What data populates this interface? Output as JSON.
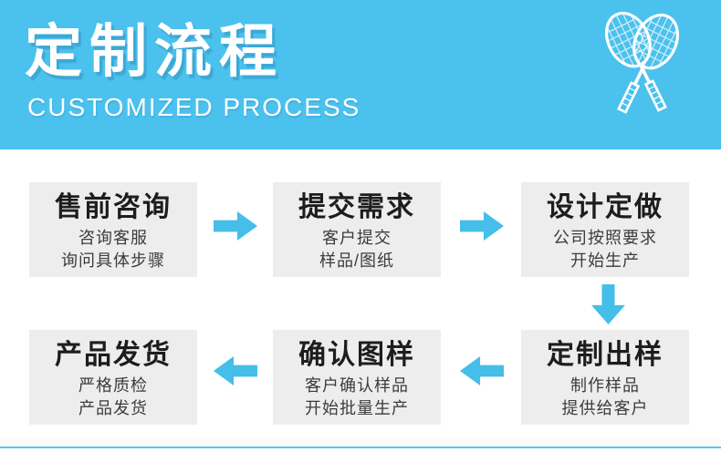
{
  "header": {
    "title": "定制流程",
    "subtitle": "CUSTOMIZED PROCESS",
    "icon": "badminton-rackets-icon"
  },
  "steps": [
    {
      "title": "售前咨询",
      "line1": "咨询客服",
      "line2": "询问具体步骤"
    },
    {
      "title": "提交需求",
      "line1": "客户提交",
      "line2": "样品/图纸"
    },
    {
      "title": "设计定做",
      "line1": "公司按照要求",
      "line2": "开始生产"
    },
    {
      "title": "定制出样",
      "line1": "制作样品",
      "line2": "提供给客户"
    },
    {
      "title": "确认图样",
      "line1": "客户确认样品",
      "line2": "开始批量生产"
    },
    {
      "title": "产品发货",
      "line1": "严格质检",
      "line2": "产品发货"
    }
  ],
  "flow": {
    "row1_arrows": [
      "right",
      "right"
    ],
    "connector": "down",
    "row2_arrows": [
      "left",
      "left"
    ]
  },
  "colors": {
    "header_bg": "#4bc1ee",
    "arrow": "#45bee9",
    "box_bg": "#ededed",
    "step_title": "#1d1d1d",
    "step_desc": "#3c3c3c",
    "bottom_line": "#58c6ef",
    "header_text": "#ffffff"
  }
}
